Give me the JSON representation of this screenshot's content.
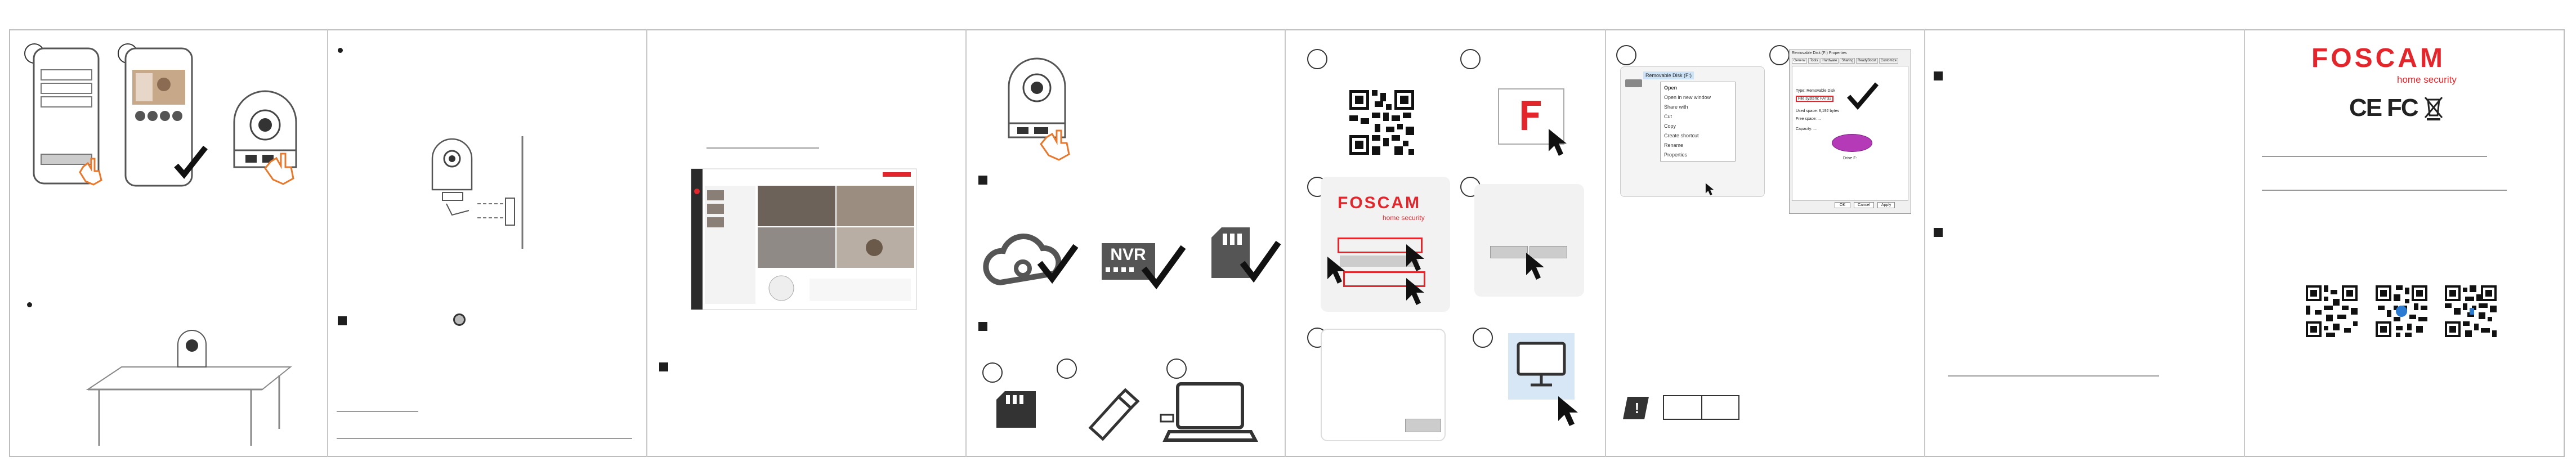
{
  "brand": {
    "logo_text": "FOSCAM",
    "tagline": "home security",
    "brand_color": "#e3252c"
  },
  "certifications": [
    "CE",
    "FC"
  ],
  "icons": [
    "cloud-check-icon",
    "nvr-check-icon",
    "sd-card-check-icon",
    "sd-card-icon",
    "usb-drive-icon",
    "laptop-icon",
    "qr-code-icon",
    "foscam-app-icon",
    "pointer-cursor-icon",
    "monitor-icon",
    "weee-bin-icon",
    "warning-book-icon"
  ],
  "panel2": {
    "nvr_label": "NVR"
  },
  "panel6": {
    "context_menu": {
      "title": "Removable Disk (F:)",
      "items": [
        "Open",
        "Open in new window",
        "Share with",
        "Cut",
        "Copy",
        "Create shortcut",
        "Rename",
        "Properties"
      ]
    },
    "properties_dialog": {
      "title": "Removable Disk (F:) Properties",
      "tabs": [
        "General",
        "Tools",
        "Hardware",
        "Sharing",
        "ReadyBoost",
        "Customize"
      ],
      "rows": [
        {
          "label": "Type:",
          "value": "Removable Disk"
        },
        {
          "label": "File system:",
          "value": "FAT32"
        },
        {
          "label": "Used space:",
          "value": "8,192 bytes"
        },
        {
          "label": "Free space:",
          "value": "..."
        },
        {
          "label": "Capacity:",
          "value": "..."
        }
      ],
      "drive_label": "Drive F:",
      "buttons": [
        "OK",
        "Cancel",
        "Apply"
      ]
    }
  },
  "panel8": {
    "subbrand": "home security"
  },
  "colors": {
    "accent": "#e3252c",
    "line": "#9a9a9a",
    "panel_border": "#c8c8c8",
    "light_bg": "#f2f2f2",
    "check": "#111111",
    "screen_blue": "#d7e7f5"
  }
}
